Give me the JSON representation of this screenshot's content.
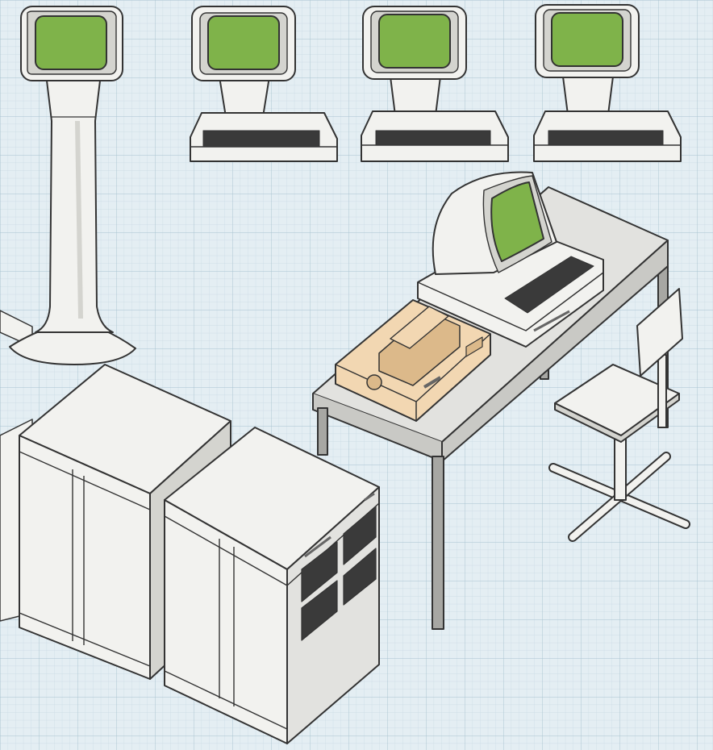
{
  "scene": {
    "title": "",
    "palette": {
      "paper": "#e4eef3",
      "grid_fine": "#c6d8e2",
      "grid_major": "#a9c2d0",
      "outline": "#333333",
      "body": "#f2f2ef",
      "shade": "#d4d4cf",
      "screen": "#7fb34a",
      "screen_dark": "#5f8f33",
      "key": "#3a3a3a",
      "printer": "#f2d7b2",
      "printer_dark": "#dcb98a",
      "desk": "#e2e2df",
      "metal": "#a7a7a3"
    },
    "objects": [
      {
        "id": "pedestal-terminal",
        "icon": "monitor-on-pedestal"
      },
      {
        "id": "desktop-terminal-1",
        "icon": "terminal-with-keyboard"
      },
      {
        "id": "desktop-terminal-2",
        "icon": "terminal-with-keyboard"
      },
      {
        "id": "desktop-terminal-3",
        "icon": "terminal-with-keyboard"
      },
      {
        "id": "cabinet-left",
        "icon": "computer-cabinet"
      },
      {
        "id": "cabinet-front",
        "icon": "computer-cabinet-with-drives"
      },
      {
        "id": "desk",
        "icon": "office-desk"
      },
      {
        "id": "desk-workstation",
        "icon": "crt-workstation"
      },
      {
        "id": "dot-matrix-printer",
        "icon": "printer"
      },
      {
        "id": "swivel-chair",
        "icon": "chair"
      }
    ]
  }
}
